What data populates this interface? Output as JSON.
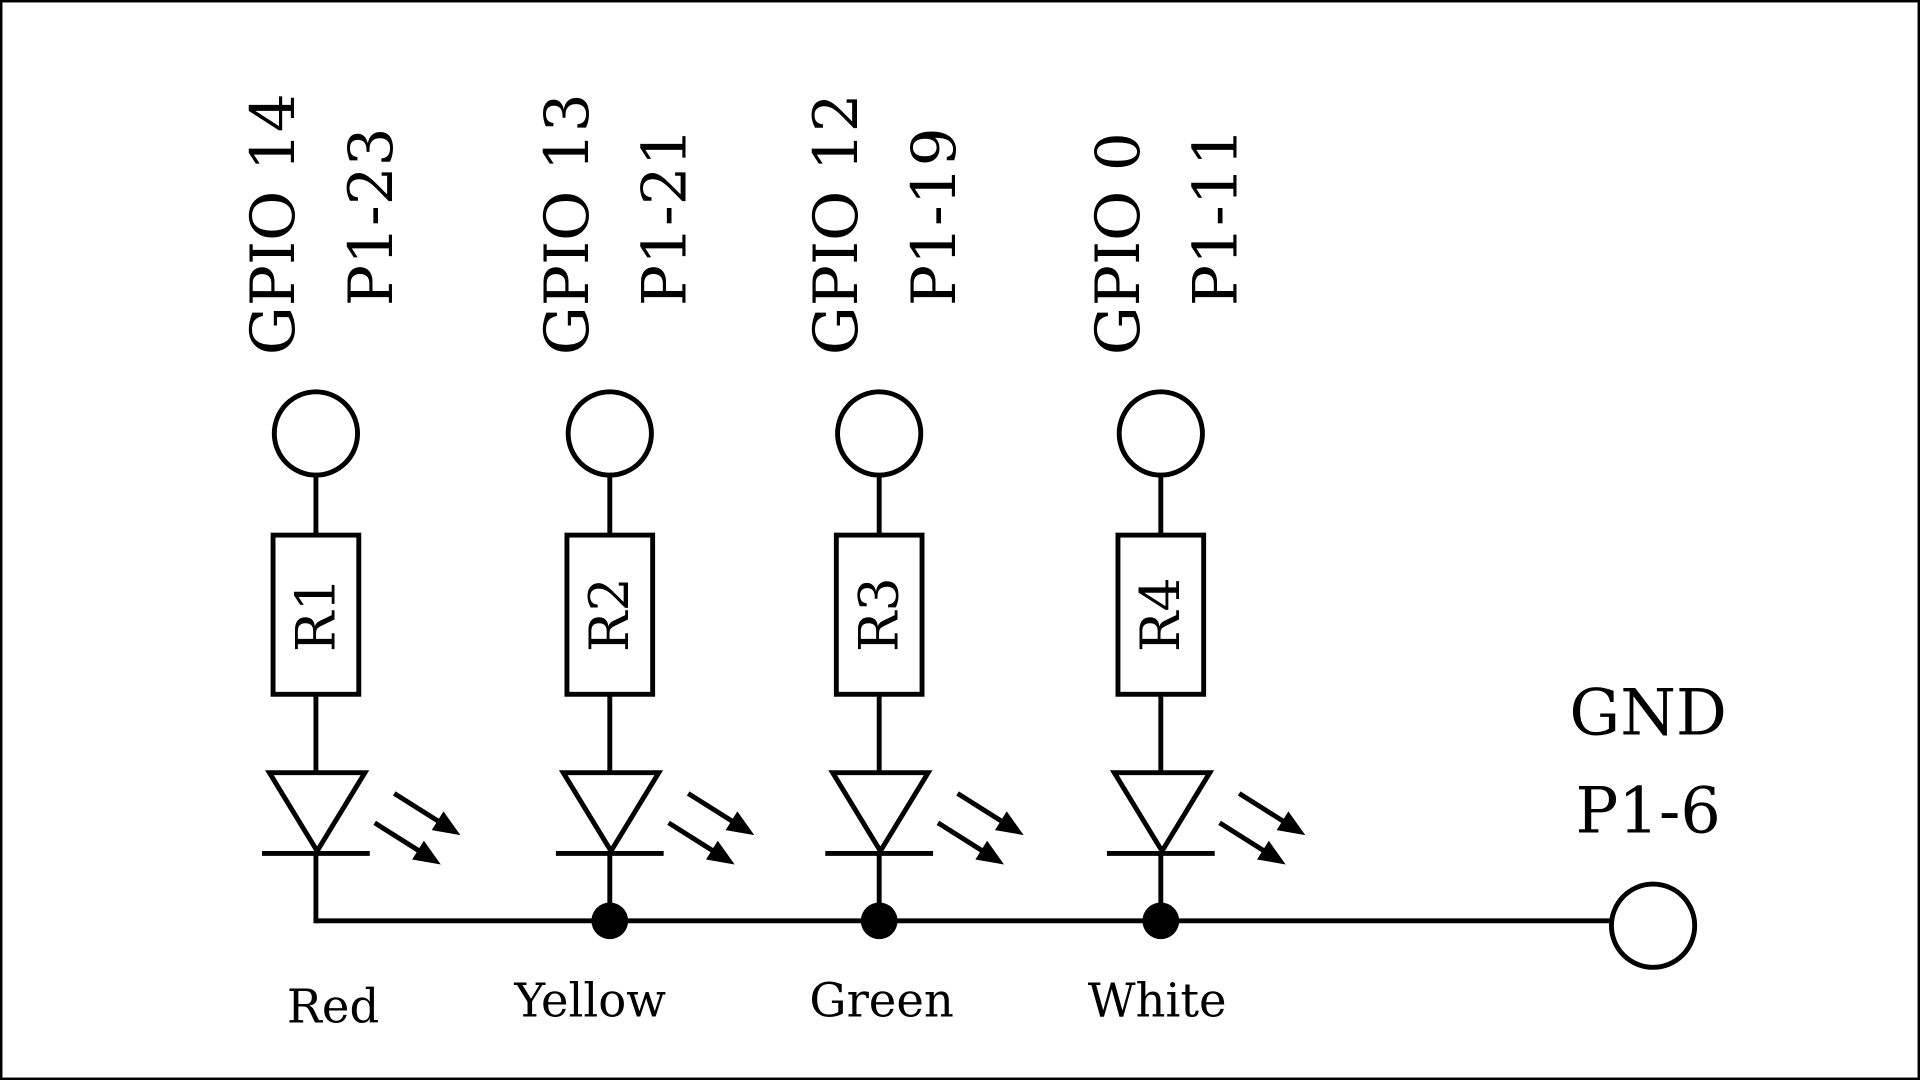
{
  "diagram": {
    "channels": [
      {
        "gpio": "GPIO 14",
        "pin": "P1-23",
        "resistor": "R1",
        "led_color": "Red"
      },
      {
        "gpio": "GPIO 13",
        "pin": "P1-21",
        "resistor": "R2",
        "led_color": "Yellow"
      },
      {
        "gpio": "GPIO 12",
        "pin": "P1-19",
        "resistor": "R3",
        "led_color": "Green"
      },
      {
        "gpio": "GPIO 0",
        "pin": "P1-11",
        "resistor": "R4",
        "led_color": "White"
      }
    ],
    "ground": {
      "label": "GND",
      "pin": "P1-6"
    }
  }
}
